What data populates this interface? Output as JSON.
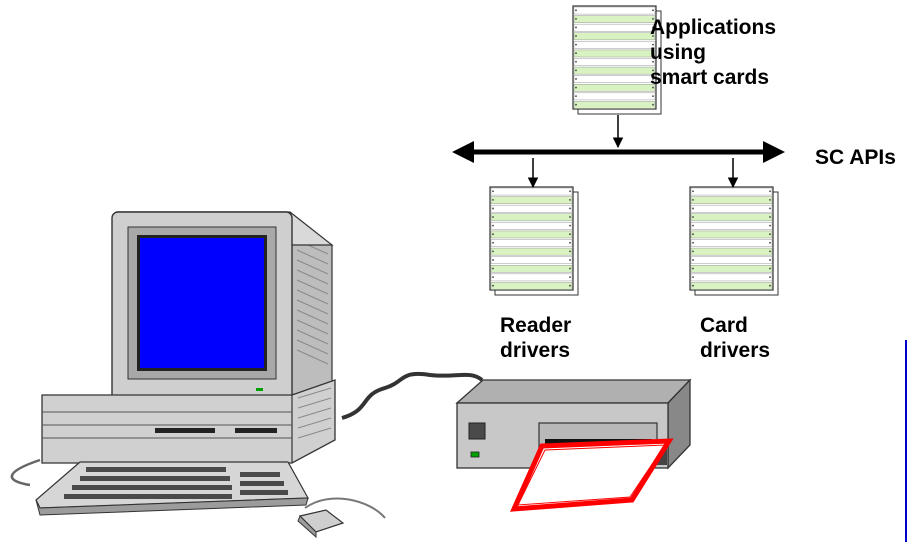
{
  "labels": {
    "applications": [
      "Applications",
      "using",
      "smart cards"
    ],
    "api": "SC APIs",
    "reader_drivers": [
      "Reader",
      "drivers"
    ],
    "card_drivers": [
      "Card",
      "drivers"
    ]
  },
  "colors": {
    "module_stripe_green": "#d9f2c2",
    "module_stripe_white": "#ffffff",
    "screen_blue": "#0000ff",
    "card_outline_red": "#ff0000",
    "computer_gray": "#c8c8c8",
    "edge_bar_blue": "#0000cc"
  },
  "icons": {
    "computer": "desktop-computer-icon",
    "reader": "card-reader-icon",
    "card": "smart-card-icon",
    "software": "software-module-icon"
  }
}
